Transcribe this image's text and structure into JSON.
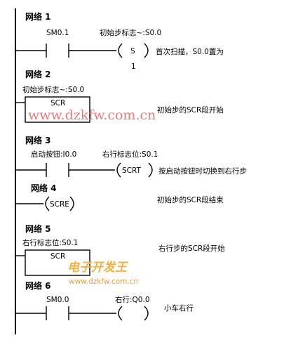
{
  "networks": [
    {
      "header": "网络 1",
      "contact_label": "SM0.1",
      "coil_label": "初始步标志~:S0.0",
      "coil_symbol": "S",
      "coil_param": "1",
      "comment": "首次扫描，S0.0置为"
    },
    {
      "header": "网络 2",
      "box_label": "初始步标志~:S0.0",
      "box_title": "SCR",
      "comment": "初始步的SCR段开始"
    },
    {
      "header": "网络 3",
      "contact_label": "启动按钮:I0.0",
      "coil_label": "右行标志位:S0.1",
      "coil_symbol": "SCRT",
      "comment": "按启动按钮时切换到右行步"
    },
    {
      "header": "网络 4",
      "coil_symbol": "SCRE",
      "comment": "初始步的SCR段结束"
    },
    {
      "header": "网络 5",
      "box_label": "右行标志位:S0.1",
      "box_title": "SCR",
      "comment": "右行步的SCR段开始"
    },
    {
      "header": "网络 6",
      "contact_label": "SM0.0",
      "coil_label": "右行:Q0.0",
      "comment": "小车右行"
    }
  ],
  "watermarks": {
    "main_url": "www.dzkfw.com.cn",
    "brand": "电子开发王",
    "small_url": "www.dzkfw.com.cn"
  },
  "colors": {
    "line": "#000000",
    "watermark_url": "#e87a7a",
    "watermark_brand": "#f0b040"
  }
}
